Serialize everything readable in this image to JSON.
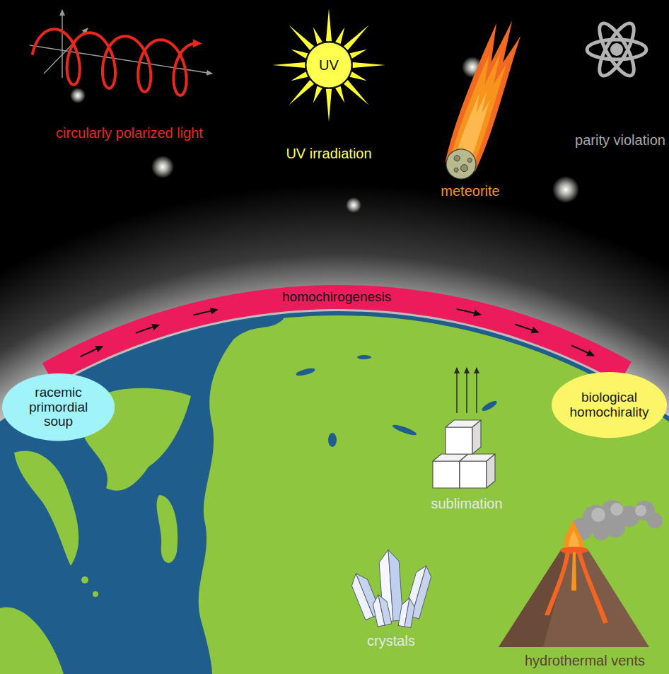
{
  "diagram": {
    "nodes": [
      {
        "text": [
          "UV",
          "UV irradiation"
        ]
      },
      {
        "text": [
          "racemic primordial soup"
        ]
      },
      {
        "text": [
          "biological homochirality"
        ]
      }
    ],
    "edges": [
      {
        "from": 1,
        "to": 2,
        "arrow": "to",
        "label": "homochirogenesis"
      }
    ],
    "labels": [
      "circularly polarized light",
      "meteorite",
      "parity violation",
      "sublimation",
      "crystals",
      "hydrothermal vents"
    ]
  }
}
